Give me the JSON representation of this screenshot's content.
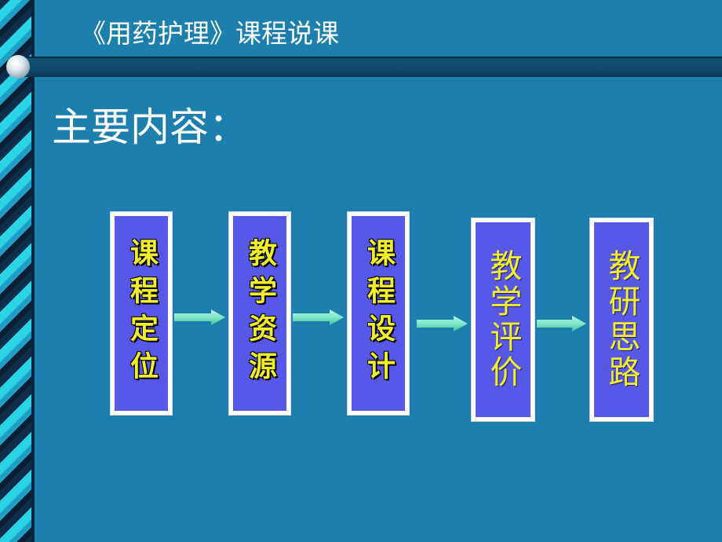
{
  "header": {
    "title": "《用药护理》课程说课"
  },
  "main": {
    "heading": "主要内容："
  },
  "flow": {
    "steps": [
      {
        "label": "课程定位"
      },
      {
        "label": "教学资源"
      },
      {
        "label": "课程设计"
      },
      {
        "label": "教学评价"
      },
      {
        "label": "教研思路"
      }
    ]
  },
  "colors": {
    "background": "#1d7fad",
    "box_fill": "#5757e8",
    "box_text": "#f2ef2a",
    "arrow": "#7fe8c8"
  }
}
